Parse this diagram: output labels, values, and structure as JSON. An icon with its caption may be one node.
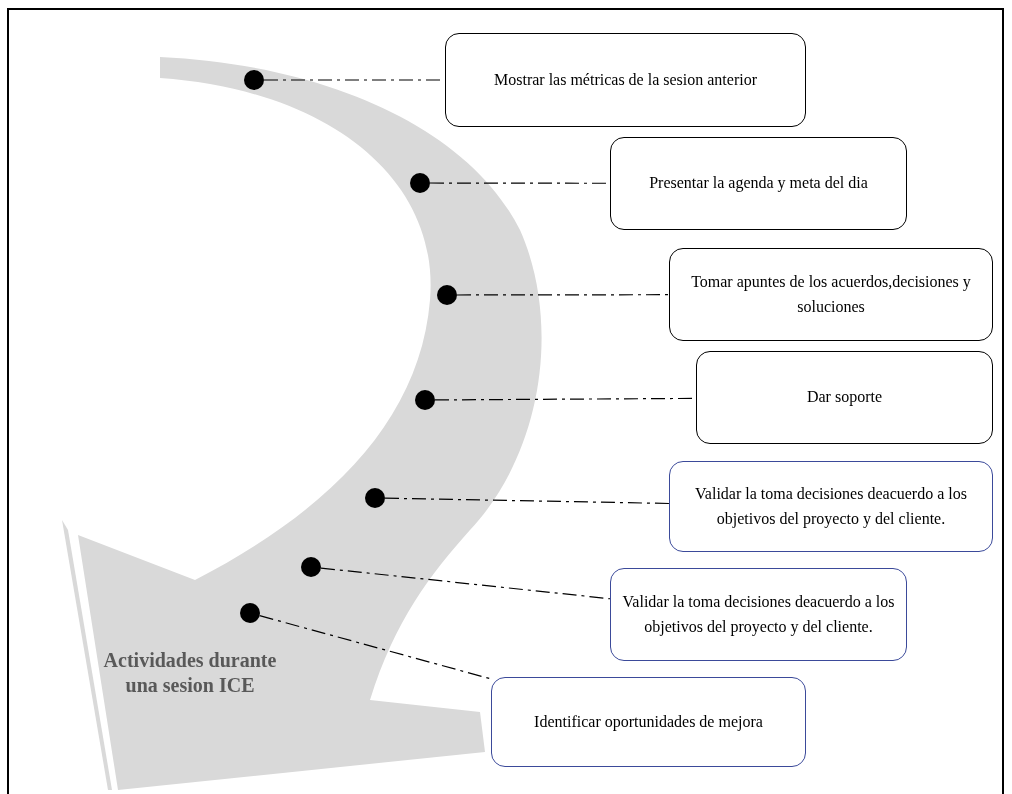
{
  "diagram": {
    "nodes": [
      {
        "text": [
          "Mostrar las métricas de la sesion anterior"
        ]
      },
      {
        "text": [
          "Presentar la agenda y meta del dia"
        ]
      },
      {
        "text": [
          "Tomar apuntes de los acuerdos,decisiones y soluciones"
        ]
      },
      {
        "text": [
          "Dar soporte"
        ]
      },
      {
        "text": [
          "Validar la toma decisiones deacuerdo a los objetivos del proyecto y del cliente."
        ]
      },
      {
        "text": [
          "Validar la toma decisiones deacuerdo a los objetivos del proyecto y del cliente."
        ]
      },
      {
        "text": [
          "Identificar oportunidades de mejora"
        ]
      },
      {
        "text": [],
        "shape": "circle"
      },
      {
        "text": [],
        "shape": "circle"
      },
      {
        "text": [],
        "shape": "circle"
      },
      {
        "text": [],
        "shape": "circle"
      },
      {
        "text": [],
        "shape": "circle"
      },
      {
        "text": [],
        "shape": "circle"
      },
      {
        "text": [],
        "shape": "circle"
      }
    ],
    "edges": [
      {
        "from": 7,
        "to": 0,
        "arrow": "none",
        "style": "dashed"
      },
      {
        "from": 8,
        "to": 1,
        "arrow": "none",
        "style": "dashed"
      },
      {
        "from": 9,
        "to": 2,
        "arrow": "none",
        "style": "dashed"
      },
      {
        "from": 10,
        "to": 3,
        "arrow": "none",
        "style": "dashed"
      },
      {
        "from": 11,
        "to": 4,
        "arrow": "none",
        "style": "dashed"
      },
      {
        "from": 12,
        "to": 5,
        "arrow": "none",
        "style": "dashed"
      },
      {
        "from": 13,
        "to": 6,
        "arrow": "none",
        "style": "dashed"
      }
    ],
    "labels": [
      "Actividades durante una sesion ICE"
    ]
  }
}
